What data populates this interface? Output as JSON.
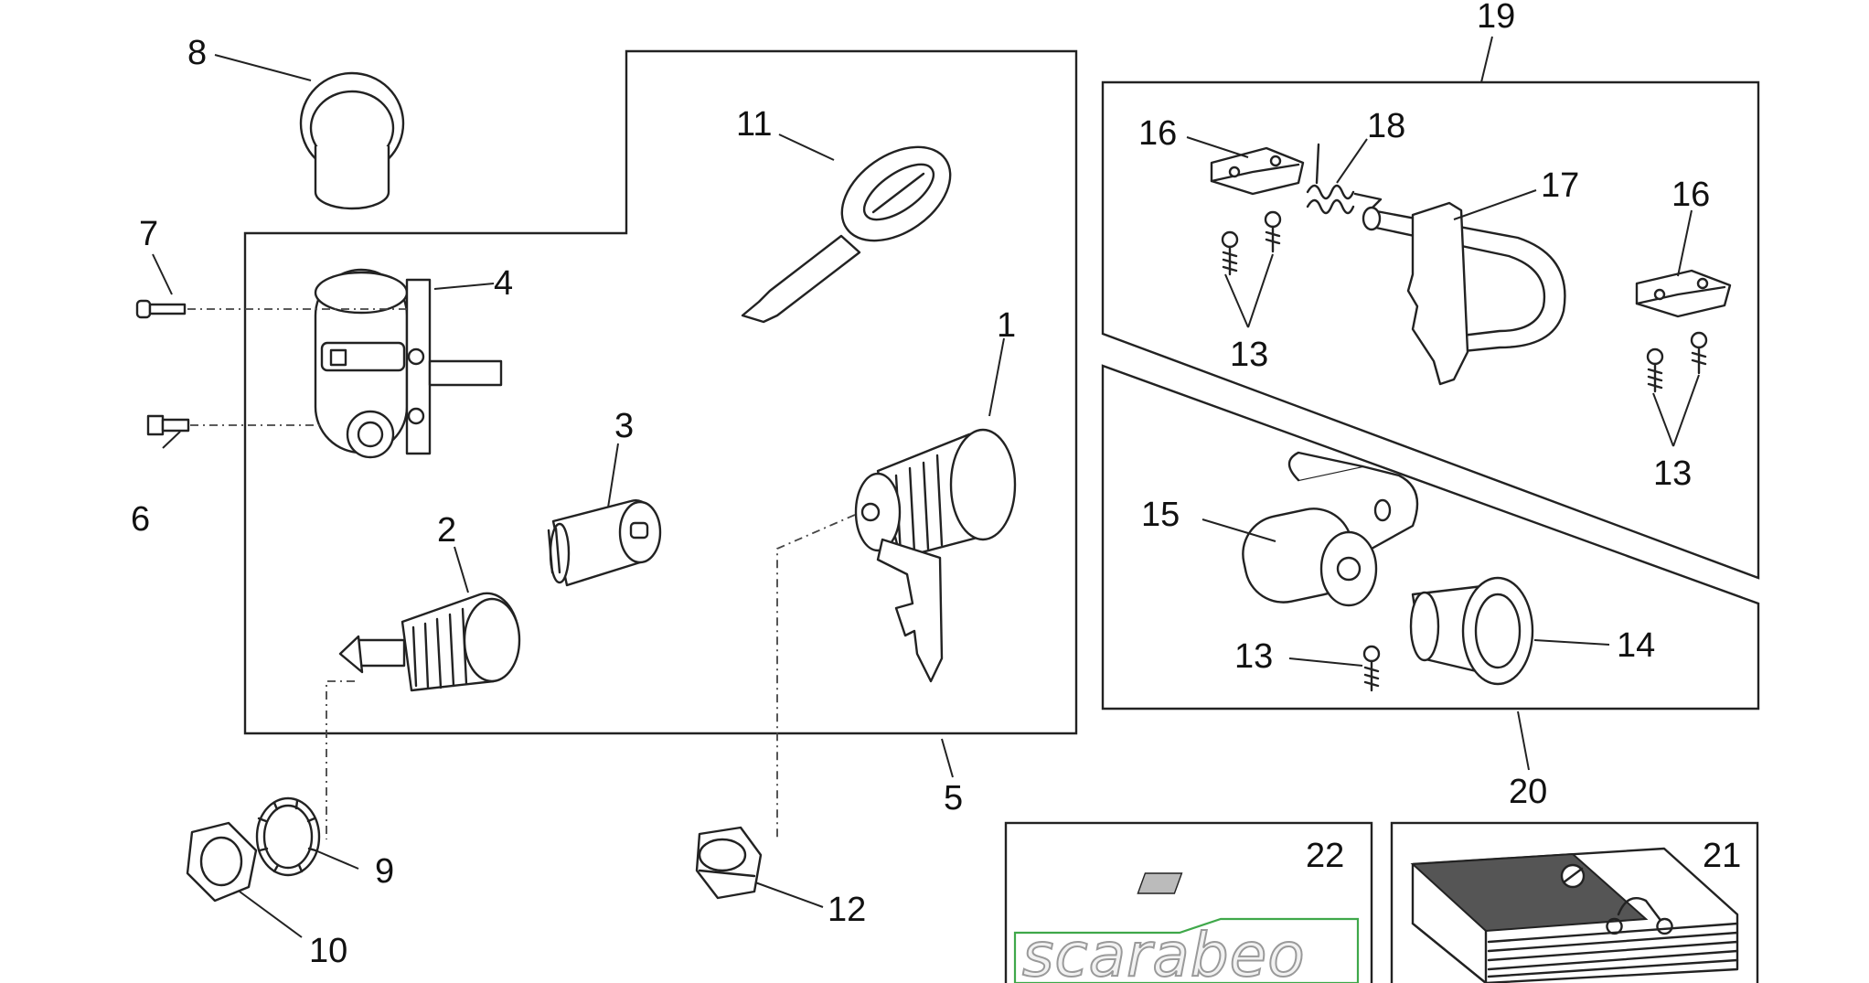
{
  "diagram": {
    "callouts": {
      "c1": "1",
      "c2": "2",
      "c3": "3",
      "c4": "4",
      "c5": "5",
      "c6": "6",
      "c7": "7",
      "c8": "8",
      "c9": "9",
      "c10": "10",
      "c11": "11",
      "c12": "12",
      "c13a": "13",
      "c13b": "13",
      "c13c": "13",
      "c14": "14",
      "c15": "15",
      "c16a": "16",
      "c16b": "16",
      "c17": "17",
      "c18": "18",
      "c19": "19",
      "c20": "20",
      "c21": "21",
      "c22": "22"
    },
    "logo_text": "scarabeo",
    "colors": {
      "line": "#222222",
      "logo_green": "#3fa84a",
      "book_dark": "#444444"
    }
  }
}
